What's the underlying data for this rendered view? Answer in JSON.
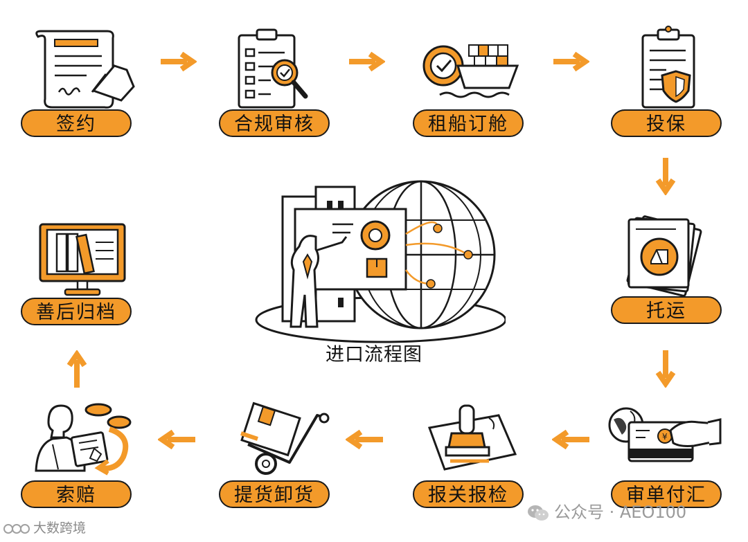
{
  "colors": {
    "accent": "#f39a2a",
    "ink": "#1a1a1a",
    "watermark": "#9a9a9a"
  },
  "center_title": "进口流程图",
  "steps": [
    {
      "label": "签约",
      "icon": "contract-signing-icon"
    },
    {
      "label": "合规审核",
      "icon": "checklist-magnifier-icon"
    },
    {
      "label": "租船订舱",
      "icon": "ship-check-icon"
    },
    {
      "label": "投保",
      "icon": "insurance-shield-icon"
    },
    {
      "label": "托运",
      "icon": "shipping-documents-icon"
    },
    {
      "label": "审单付汇",
      "icon": "payment-card-globe-icon"
    },
    {
      "label": "报关报检",
      "icon": "customs-stamp-icon"
    },
    {
      "label": "提货卸货",
      "icon": "hand-truck-box-icon"
    },
    {
      "label": "索赔",
      "icon": "claim-person-coins-icon"
    },
    {
      "label": "善后归档",
      "icon": "archive-monitor-icon"
    }
  ],
  "watermarks": {
    "right": "公众号 · AEO100",
    "left": "大数跨境"
  }
}
